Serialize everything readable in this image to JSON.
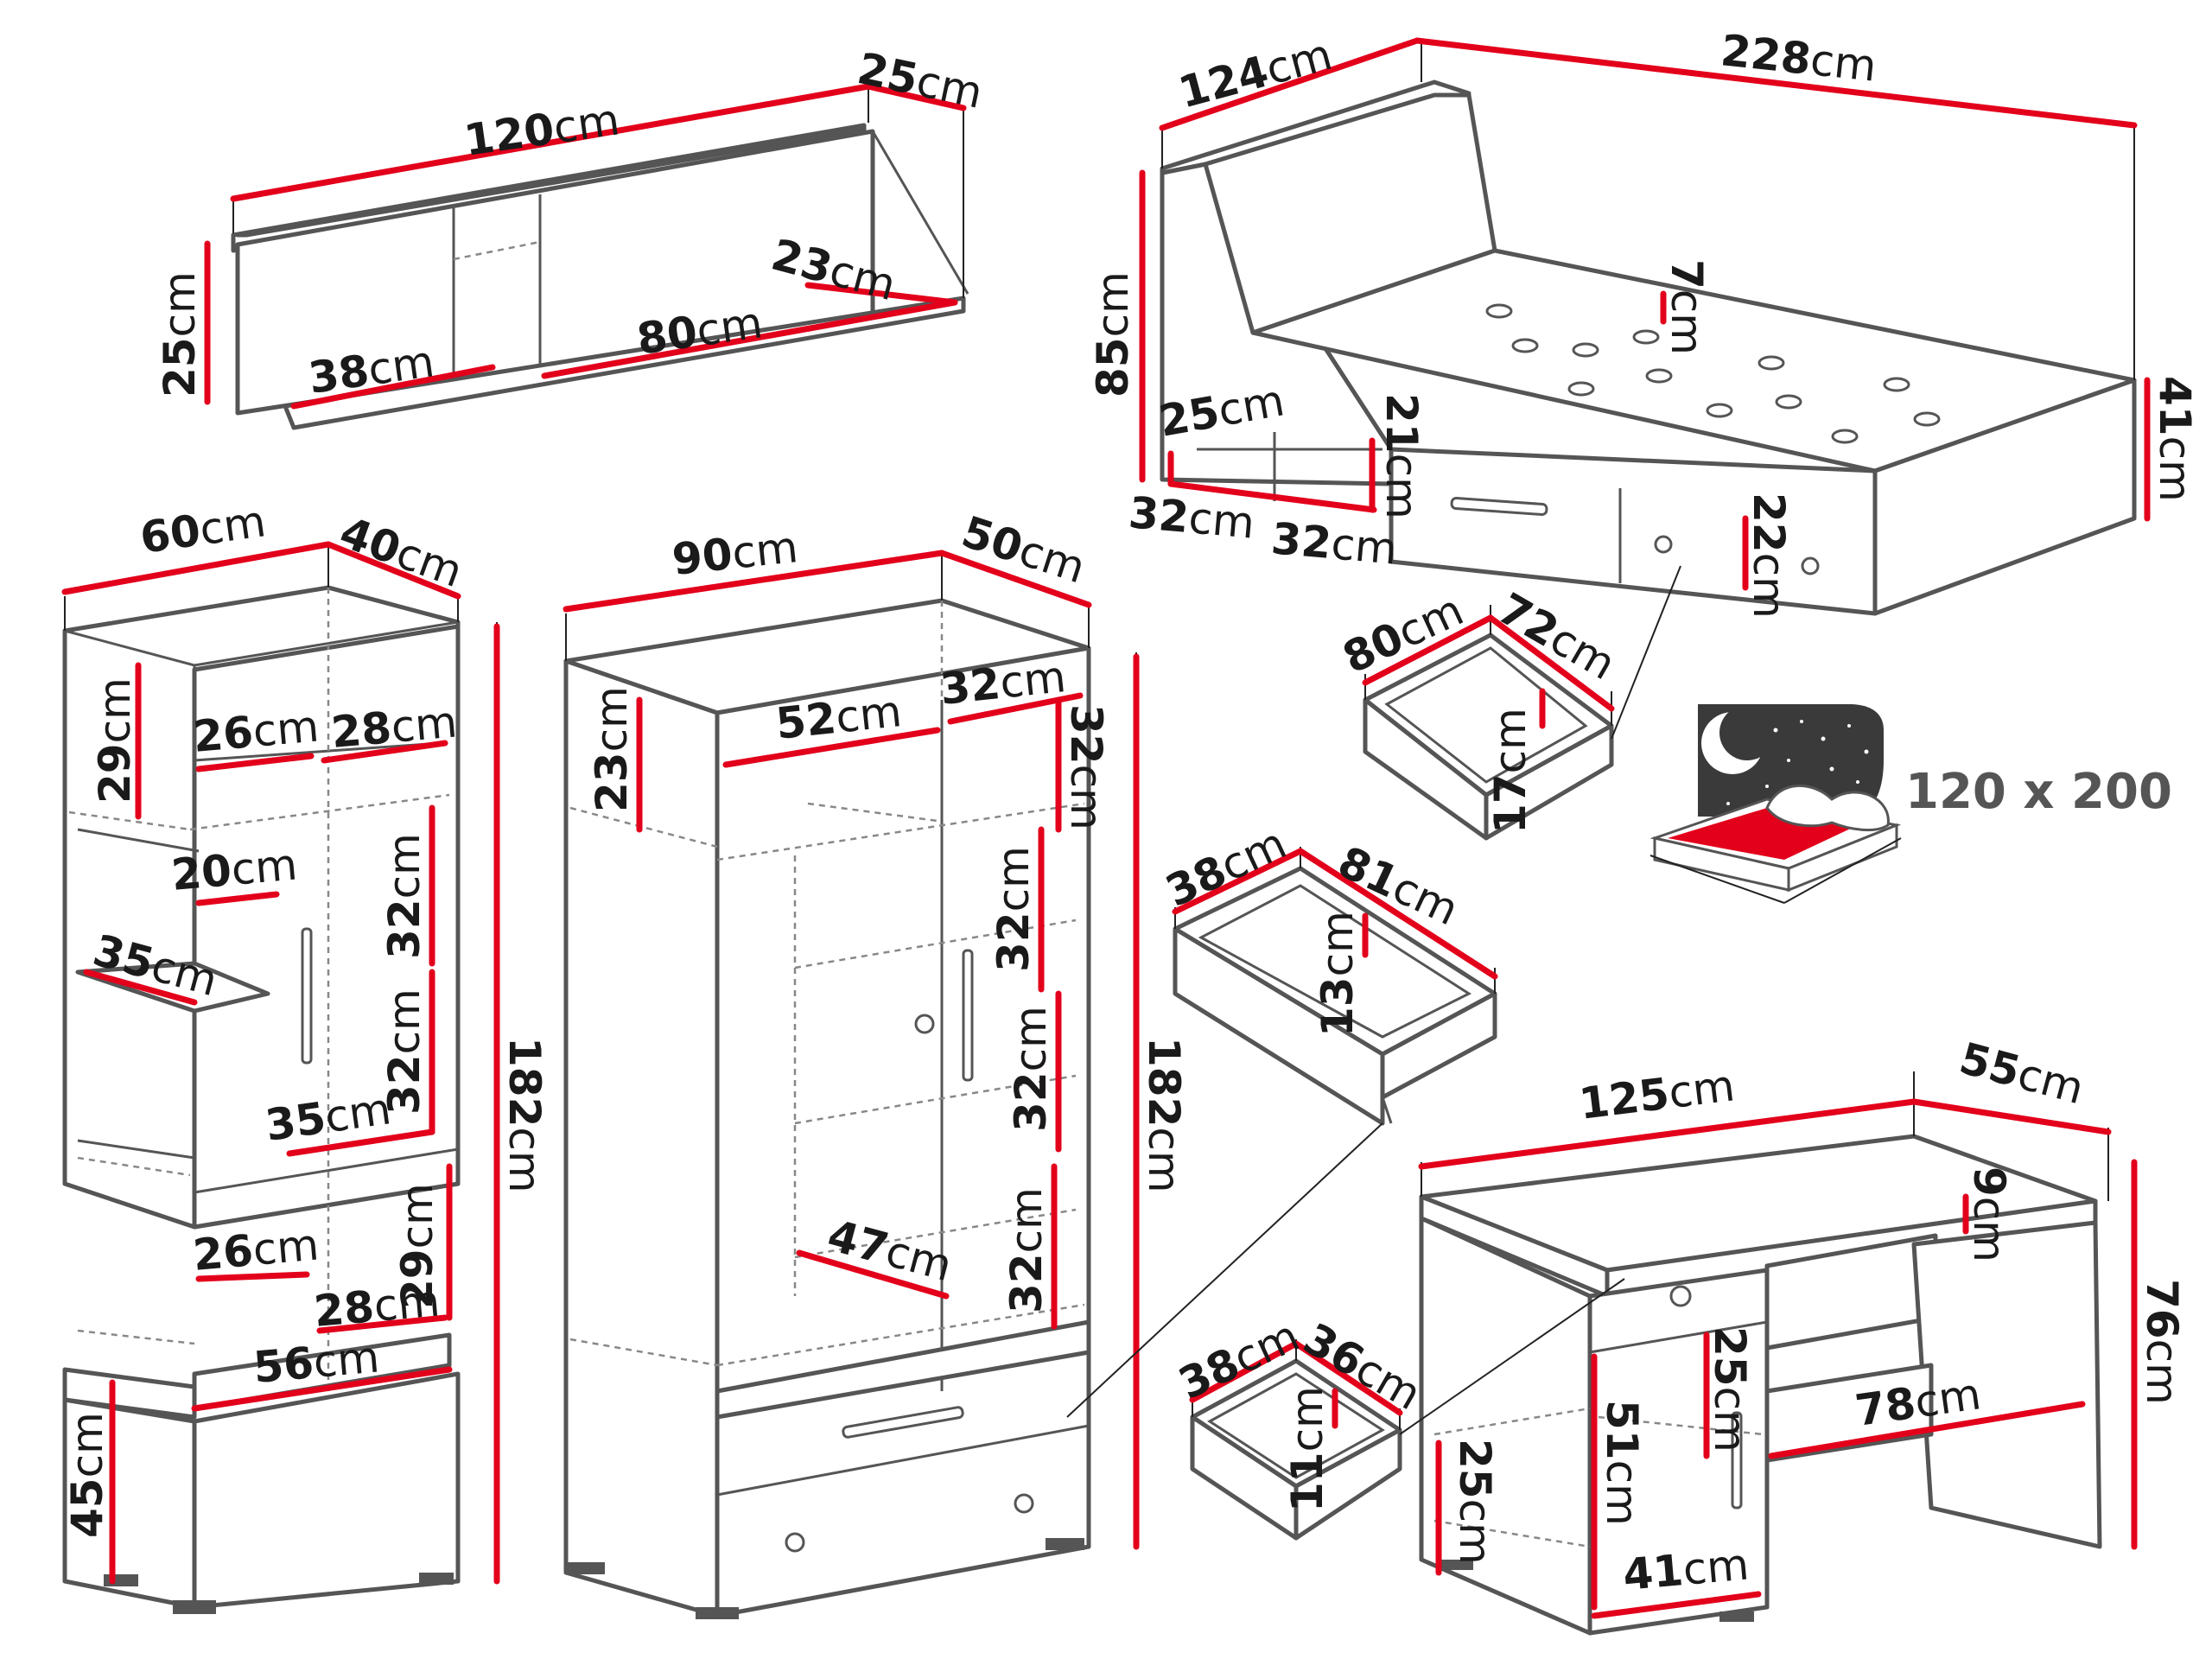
{
  "unit": "cm",
  "colors": {
    "accent": "#e3001b",
    "outline": "#555555",
    "text": "#1a1a1a",
    "star_sky": "#3a3a3a"
  },
  "shelf": {
    "width": "120",
    "depth": "25",
    "height": "25",
    "compartment": "38",
    "section": "80",
    "inner_depth": "23"
  },
  "bed": {
    "depth": "124",
    "length": "228",
    "headboard_height": "85",
    "side_height": "41",
    "mattress_recess": "7",
    "cubby_height": "25",
    "cubby_width_1": "32",
    "cubby_width_2": "32",
    "drawer_front_height": "21",
    "drawer_side_height": "22",
    "mattress_size": "120 x 200",
    "drawer": {
      "width": "80",
      "depth": "72",
      "height": "17"
    }
  },
  "tall_cabinet": {
    "width": "60",
    "depth": "40",
    "height": "182",
    "top_shelf_height": "29",
    "top_shelf_width": "26",
    "top_shelf_depth": "28",
    "inner_width": "20",
    "left_shelf": "35",
    "inner_shelf": "35",
    "section_a": "32",
    "section_b": "32",
    "section_c": "29",
    "lower_width": "26",
    "lower_depth": "28",
    "bottom_width": "56",
    "bottom_height": "45"
  },
  "wardrobe": {
    "width": "90",
    "depth": "50",
    "height": "182",
    "top_height": "23",
    "inner_width": "52",
    "inner_depth": "32",
    "shelf_1": "32",
    "shelf_2": "32",
    "shelf_3": "32",
    "shelf_4": "32",
    "bottom_depth": "47",
    "drawer": {
      "width": "38",
      "depth": "81",
      "height": "13"
    }
  },
  "desk": {
    "width": "125",
    "depth": "55",
    "height": "76",
    "top_gap": "9",
    "knee_width": "78",
    "drawer_front": "25",
    "left_height": "25",
    "cabinet_height": "51",
    "cabinet_width": "41",
    "drawer": {
      "width": "38",
      "depth": "36",
      "height": "11"
    }
  }
}
